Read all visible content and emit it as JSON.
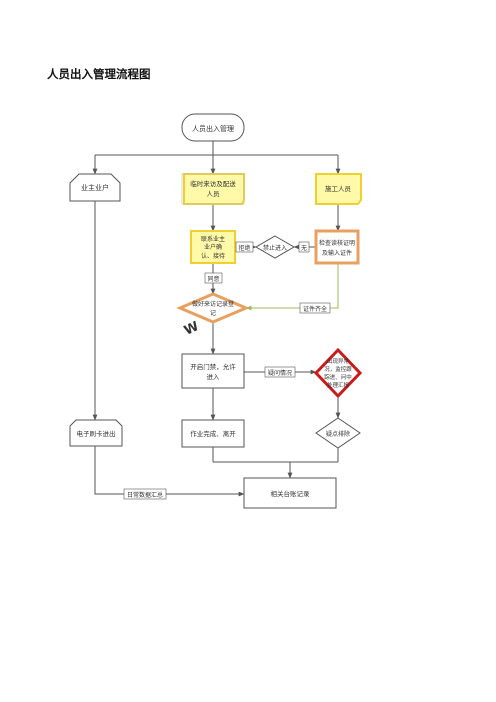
{
  "page": {
    "title": "人员出入管理流程图"
  },
  "nodes": {
    "start": "人员出入管理",
    "owner": "业主业户",
    "visitor_line1": "临时来访及配送",
    "visitor_line2": "人员",
    "construction": "施工人员",
    "contact_line1": "联系业主",
    "contact_line2": "业户确",
    "contact_line3": "认、接待",
    "forbid": "禁止进入",
    "check_line1": "检查读核证明",
    "check_line2": "及输入证件",
    "register_line1": "做好来访记录登",
    "register_line2": "记",
    "open_line1": "开启门禁，允许",
    "open_line2": "进入",
    "abnormal_line1": "出现异常",
    "abnormal_line2": "况，监控跟",
    "abnormal_line3": "踪进、问中",
    "abnormal_line4": "处理汇报",
    "work_done": "作业完成、离开",
    "resolve": "疑点排除",
    "card": "电子刷卡进出",
    "records": "相关台账记录"
  },
  "edge_labels": {
    "refuse": "拒绝",
    "none": "无",
    "agree": "同意",
    "docs_complete": "证件齐全",
    "suspicious": "疑问情况",
    "daily_summary": "日常数据汇总"
  },
  "colors": {
    "line": "#555555",
    "node_border": "#555555",
    "yellow_fill": "#fff9a8",
    "orange_border": "#e8a060",
    "red_border": "#cc1a1a",
    "green_line": "#9bbb59",
    "watermark": "#e8b8c4"
  },
  "watermark": {
    "text": "W"
  }
}
